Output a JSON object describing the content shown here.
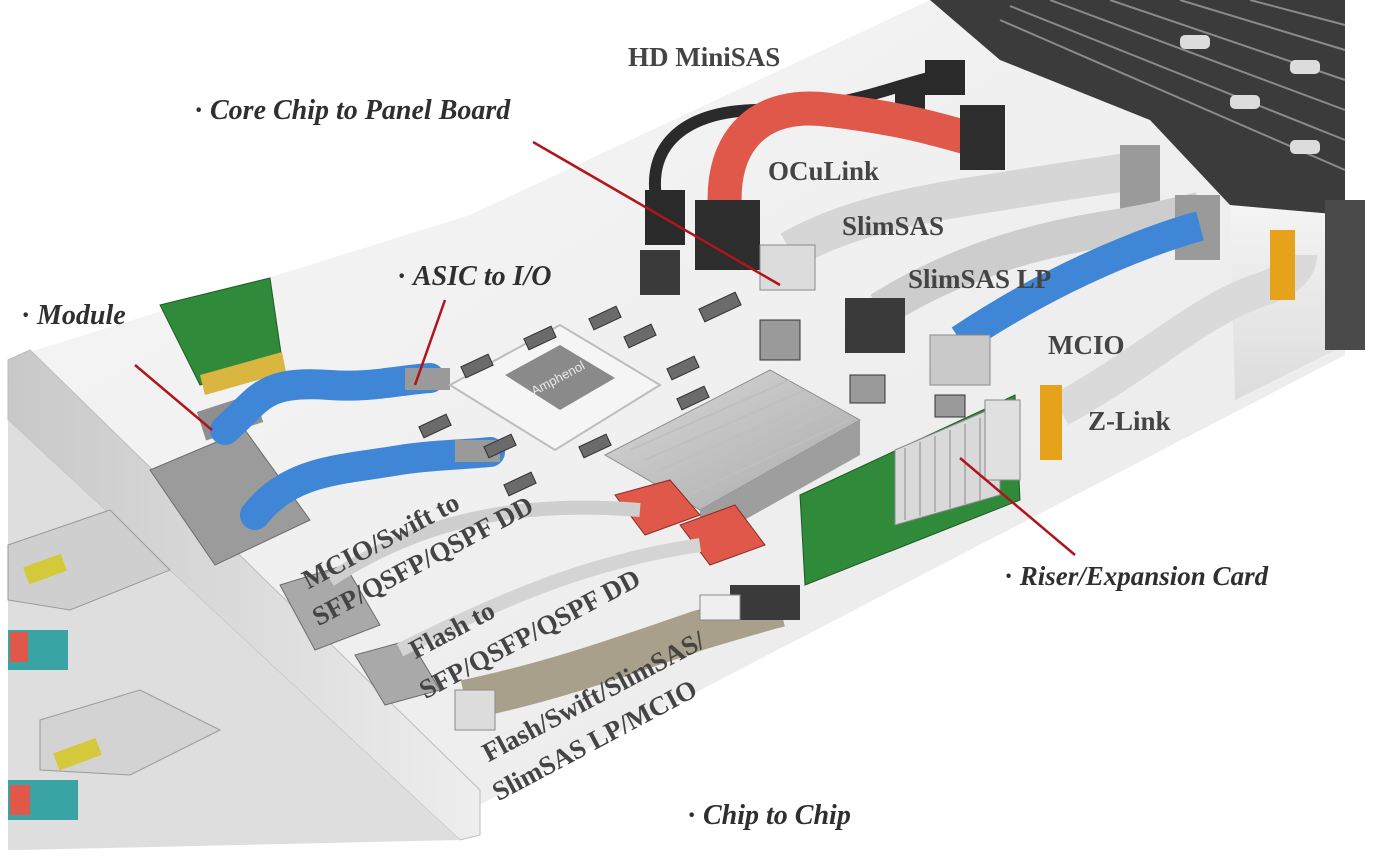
{
  "callouts": {
    "core_chip": "Core Chip to Panel Board",
    "asic_io": "ASIC to I/O",
    "module": "Module",
    "riser": "Riser/Expansion Card",
    "chip_to_chip": "Chip to Chip"
  },
  "connectors": {
    "hd_minisas": "HD MiniSAS",
    "oculink": "OCuLink",
    "slimsas": "SlimSAS",
    "slimsas_lp": "SlimSAS LP",
    "mcio": "MCIO",
    "zlink": "Z-Link"
  },
  "cable_labels": {
    "mcio_swift_1": "MCIO/Swift to",
    "mcio_swift_2": "SFP/QSFP/QSPF DD",
    "flash_1": "Flash to",
    "flash_2": "SFP/QSFP/QSPF DD",
    "chip_1": "Flash/Swift/SlimSAS/",
    "chip_2": "SlimSAS LP/MCIO"
  },
  "chip_brand": "Amphenol",
  "bullet": "·",
  "colors": {
    "leader_line": "#b0151b",
    "ribbon_blue": "#3f86d6",
    "ribbon_red": "#e0584a",
    "ribbon_gray": "#d6d6d6",
    "pcb_green": "#2f8a3a",
    "zlink_orange": "#e6a21a",
    "cable_black": "#2a2a2a",
    "chassis": "#e8e8e8"
  }
}
